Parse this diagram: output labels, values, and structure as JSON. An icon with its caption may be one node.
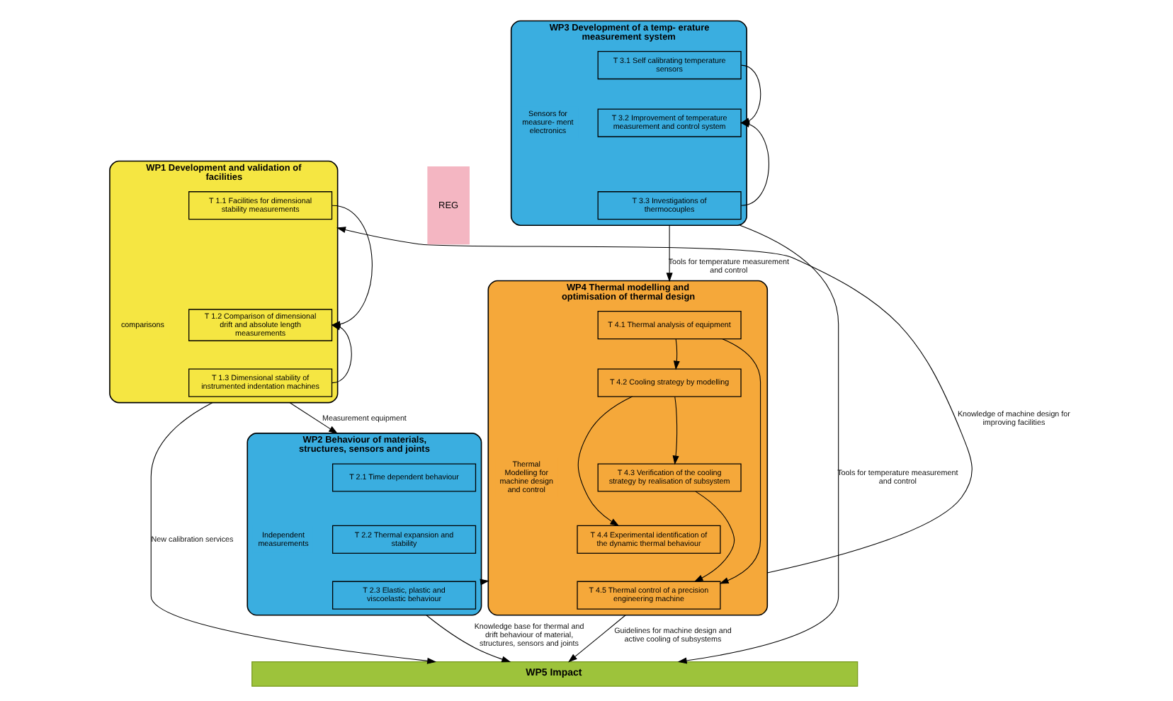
{
  "diagram": {
    "nodes": [
      {
        "text": [
          "WP1 Development and validation of facilities"
        ]
      },
      {
        "text": [
          "T 1.1 Facilities for dimensional stability measurements"
        ],
        "in": 0
      },
      {
        "text": [
          "T 1.2 Comparison of dimensional drift and absolute length measurements"
        ],
        "in": 0
      },
      {
        "text": [
          "T 1.3 Dimensional stability of instrumented indentation machines"
        ],
        "in": 0
      },
      {
        "text": [
          "comparisons"
        ],
        "in": 0
      },
      {
        "text": [
          "WP2 Behaviour of materials, structures, sensors and joints"
        ]
      },
      {
        "text": [
          "T 2.1 Time dependent behaviour"
        ],
        "in": 5
      },
      {
        "text": [
          "T 2.2 Thermal expansion and stability"
        ],
        "in": 5
      },
      {
        "text": [
          "T 2.3 Elastic, plastic and viscoelastic behaviour"
        ],
        "in": 5
      },
      {
        "text": [
          "Independent measurements"
        ],
        "in": 5
      },
      {
        "text": [
          "WP3 Development of a temp- erature measurement system"
        ]
      },
      {
        "text": [
          "T 3.1 Self calibrating temperature sensors"
        ],
        "in": 10
      },
      {
        "text": [
          "T 3.2 Improvement of temperature measurement and control system"
        ],
        "in": 10
      },
      {
        "text": [
          "T 3.3 Investigations of thermocouples"
        ],
        "in": 10
      },
      {
        "text": [
          "Sensors for measure- ment electronics"
        ],
        "in": 10
      },
      {
        "text": [
          "WP4 Thermal modelling and optimisation of thermal design"
        ]
      },
      {
        "text": [
          "T 4.1 Thermal analysis of equipment"
        ],
        "in": 15
      },
      {
        "text": [
          "T 4.2 Cooling strategy by modelling"
        ],
        "in": 15
      },
      {
        "text": [
          "T 4.3 Verification of the cooling strategy by realisation of subsystem"
        ],
        "in": 15
      },
      {
        "text": [
          "T 4.4 Experimental identification of the dynamic thermal behaviour"
        ],
        "in": 15
      },
      {
        "text": [
          "T 4.5 Thermal control of a precision engineering machine"
        ],
        "in": 15
      },
      {
        "text": [
          "Thermal Modelling for machine design and control"
        ],
        "in": 15
      },
      {
        "text": [
          "REG"
        ]
      },
      {
        "text": [
          "WP5 Impact"
        ]
      }
    ],
    "edges": [
      {
        "from": 0,
        "to": 5,
        "arrow": "to",
        "label": "Measurement equipment"
      },
      {
        "from": 0,
        "to": 23,
        "arrow": "to",
        "label": "New calibration services"
      },
      {
        "from": 15,
        "to": 0,
        "arrow": "to",
        "label": "Knowledge of machine design for improving facilities"
      },
      {
        "from": 5,
        "to": 15,
        "arrow": "to"
      },
      {
        "from": 5,
        "to": 23,
        "arrow": "to",
        "label": "Knowledge base for thermal and drift behaviour of material, structures, sensors and joints"
      },
      {
        "from": 10,
        "to": 15,
        "arrow": "to",
        "label": "Tools for temperature measurement and control"
      },
      {
        "from": 10,
        "to": 23,
        "arrow": "to",
        "label": "Tools for temperature measurement and control"
      },
      {
        "from": 15,
        "to": 23,
        "arrow": "to",
        "label": "Guidelines for machine design and active cooling of subsystems"
      },
      {
        "from": 1,
        "to": 2,
        "arrow": "to"
      },
      {
        "from": 3,
        "to": 2,
        "arrow": "to"
      },
      {
        "from": 11,
        "to": 12,
        "arrow": "to"
      },
      {
        "from": 13,
        "to": 12,
        "arrow": "to"
      },
      {
        "from": 16,
        "to": 17,
        "arrow": "to"
      },
      {
        "from": 16,
        "to": 20,
        "arrow": "to"
      },
      {
        "from": 17,
        "to": 18,
        "arrow": "to"
      },
      {
        "from": 17,
        "to": 19,
        "arrow": "to"
      },
      {
        "from": 18,
        "to": 20,
        "arrow": "to"
      }
    ]
  }
}
